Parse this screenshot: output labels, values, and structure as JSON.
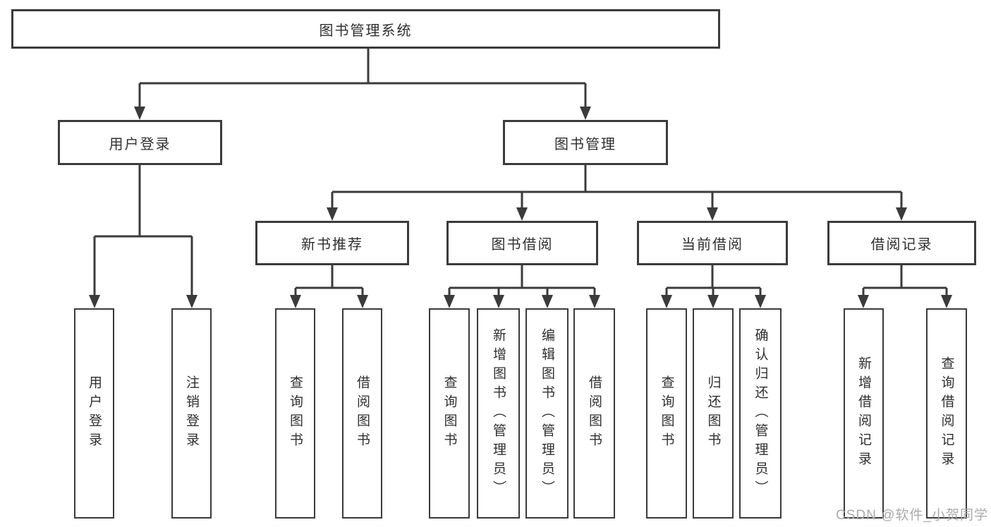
{
  "diagram": {
    "root": {
      "label": "图书管理系统"
    },
    "level2": [
      {
        "label": "用户登录",
        "parent": "图书管理系统"
      },
      {
        "label": "图书管理",
        "parent": "图书管理系统"
      }
    ],
    "level3": [
      {
        "label": "新书推荐",
        "parent": "图书管理"
      },
      {
        "label": "图书借阅",
        "parent": "图书管理"
      },
      {
        "label": "当前借阅",
        "parent": "图书管理"
      },
      {
        "label": "借阅记录",
        "parent": "图书管理"
      }
    ],
    "leaves": [
      {
        "label": "用户登录",
        "parent": "用户登录"
      },
      {
        "label": "注销登录",
        "parent": "用户登录"
      },
      {
        "label": "查询图书",
        "parent": "新书推荐"
      },
      {
        "label": "借阅图书",
        "parent": "新书推荐"
      },
      {
        "label": "查询图书",
        "parent": "图书借阅"
      },
      {
        "label": "新增图书（管理员）",
        "parent": "图书借阅"
      },
      {
        "label": "编辑图书（管理员）",
        "parent": "图书借阅"
      },
      {
        "label": "借阅图书",
        "parent": "图书借阅"
      },
      {
        "label": "查询图书",
        "parent": "当前借阅"
      },
      {
        "label": "归还图书",
        "parent": "当前借阅"
      },
      {
        "label": "确认归还（管理员）",
        "parent": "当前借阅"
      },
      {
        "label": "新增借阅记录",
        "parent": "借阅记录"
      },
      {
        "label": "查询借阅记录",
        "parent": "借阅记录"
      }
    ]
  },
  "watermark": {
    "text": "CSDN @软件_小贺同学"
  },
  "colors": {
    "line": "#3b3b3b",
    "box_border": "#3b3b3b",
    "box_background": "#ffffff",
    "text": "#2f2f2f",
    "watermark": "#a9a9a9"
  }
}
